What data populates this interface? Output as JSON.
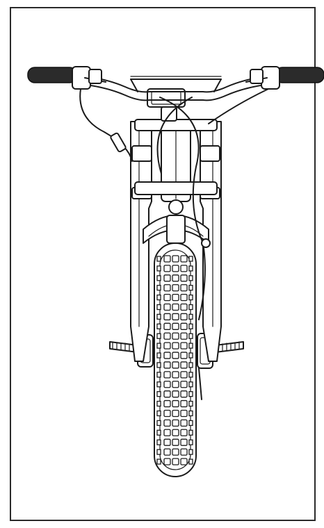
{
  "figure": {
    "subject": "bicycle-front-view-line-drawing",
    "colors": {
      "ink": "#1a1a1a",
      "paper": "#ffffff",
      "grip": "#2b2b2b"
    },
    "tire_tread": {
      "rows": 22,
      "columns": 3
    }
  }
}
